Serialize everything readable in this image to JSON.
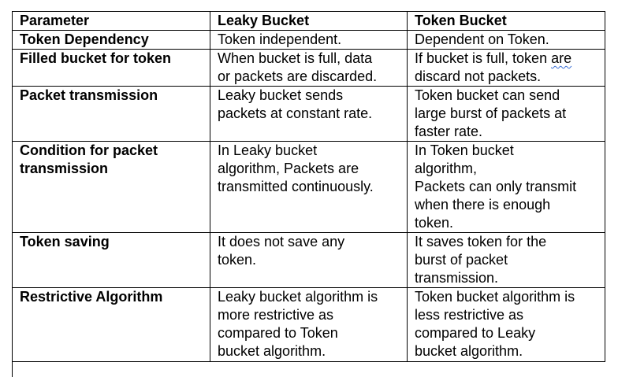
{
  "table": {
    "headers": [
      "Parameter",
      "Leaky Bucket",
      "Token Bucket"
    ],
    "rows": [
      {
        "parameter": "Token Dependency",
        "leaky": "Token independent.",
        "token": "Dependent on Token."
      },
      {
        "parameter": "Filled bucket for token",
        "leaky": "When bucket is full, data\nor packets are discarded.",
        "token_before": "If bucket is full, token ",
        "token_flagged": "are",
        "token_after": "\ndiscard not packets."
      },
      {
        "parameter": "Packet transmission",
        "leaky": "Leaky bucket sends\npackets at constant rate.",
        "token": "Token bucket can send\nlarge burst of packets at\nfaster rate."
      },
      {
        "parameter": "Condition for packet\ntransmission",
        "leaky": "In Leaky bucket\nalgorithm, Packets are\ntransmitted continuously.",
        "token": "In Token bucket\nalgorithm,\nPackets can only transmit\nwhen there is enough\ntoken."
      },
      {
        "parameter": "Token saving",
        "leaky": "It does not save any\ntoken.",
        "token": "It saves token for the\nburst of packet\ntransmission."
      },
      {
        "parameter": "Restrictive Algorithm",
        "leaky": "Leaky bucket algorithm is\nmore restrictive as\ncompared to Token\nbucket algorithm.",
        "token": "Token bucket algorithm is\nless restrictive as\ncompared to Leaky\nbucket algorithm."
      }
    ]
  }
}
